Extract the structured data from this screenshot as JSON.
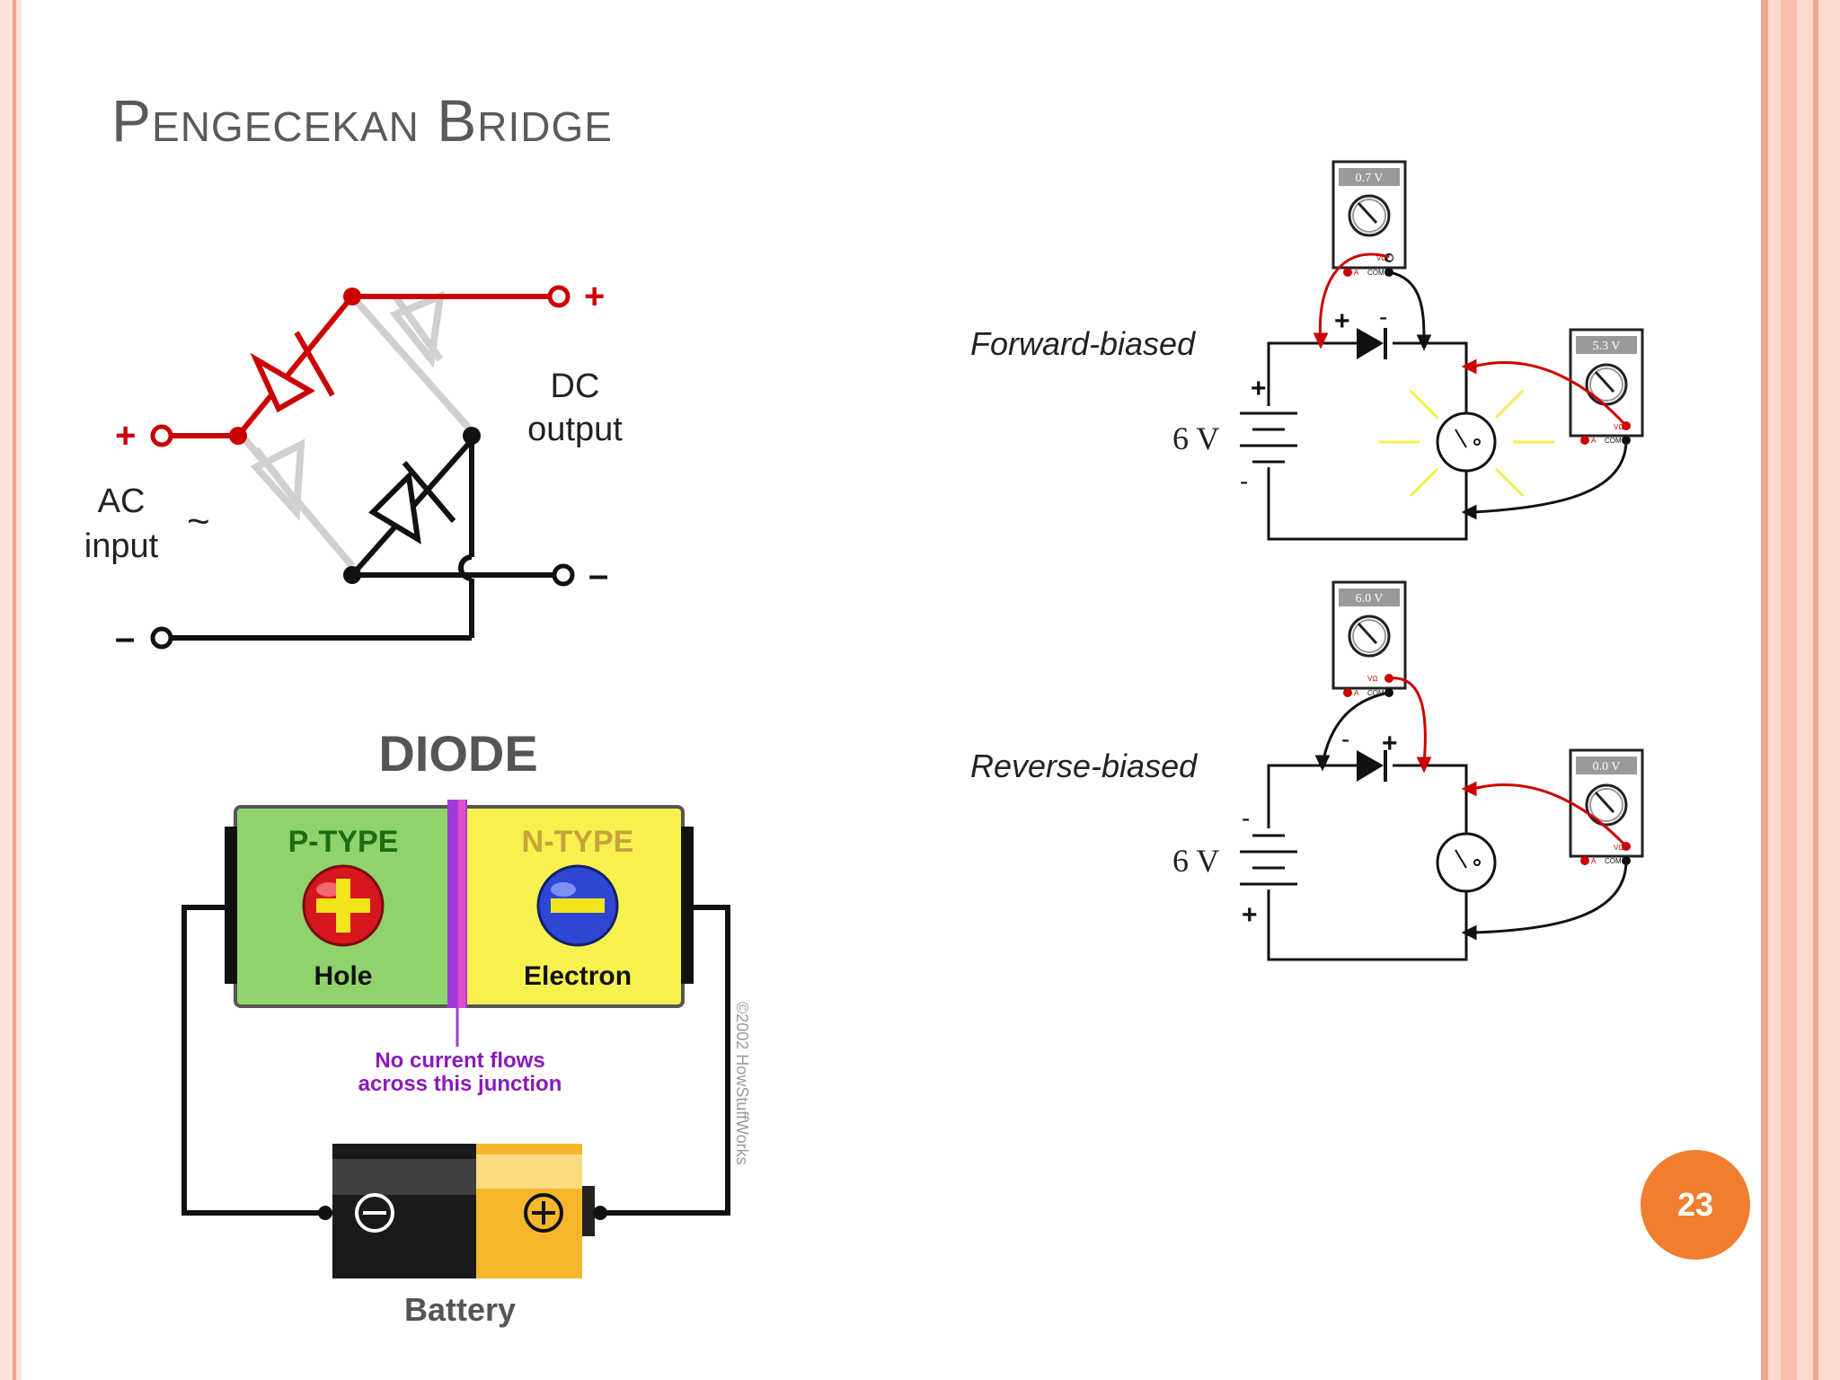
{
  "slide": {
    "title": "Pengecekan Bridge",
    "page_number": "23"
  },
  "bridge": {
    "plus_out": "+",
    "minus_out": "–",
    "plus_in": "+",
    "minus_in": "–",
    "dc_label_1": "DC",
    "dc_label_2": "output",
    "ac_label_1": "AC",
    "ac_label_2": "input",
    "tilde": "~"
  },
  "diode": {
    "title": "DIODE",
    "p_type": "P-TYPE",
    "n_type": "N-TYPE",
    "hole": "Hole",
    "electron": "Electron",
    "junction_1": "No current flows",
    "junction_2": "across this junction",
    "battery": "Battery",
    "copyright": "©2002 HowStuffWorks",
    "colors": {
      "p_region": "#8ed36b",
      "n_region": "#f7f150",
      "junction": "#a13bd6",
      "label": "#8a1ab8"
    }
  },
  "forward": {
    "label": "Forward-biased",
    "voltage": "6 V",
    "plus": "+",
    "minus": "-",
    "meter_top": "0.7 V",
    "meter_right": "5.3 V",
    "diode_plus": "+",
    "diode_minus": "-",
    "v_omega": "VΩ",
    "a": "A",
    "com": "COM"
  },
  "reverse": {
    "label": "Reverse-biased",
    "voltage": "6 V",
    "plus": "+",
    "minus": "-",
    "meter_top": "6.0 V",
    "meter_right": "0.0 V",
    "diode_plus": "+",
    "diode_minus": "-",
    "v_omega": "VΩ",
    "a": "A",
    "com": "COM"
  }
}
